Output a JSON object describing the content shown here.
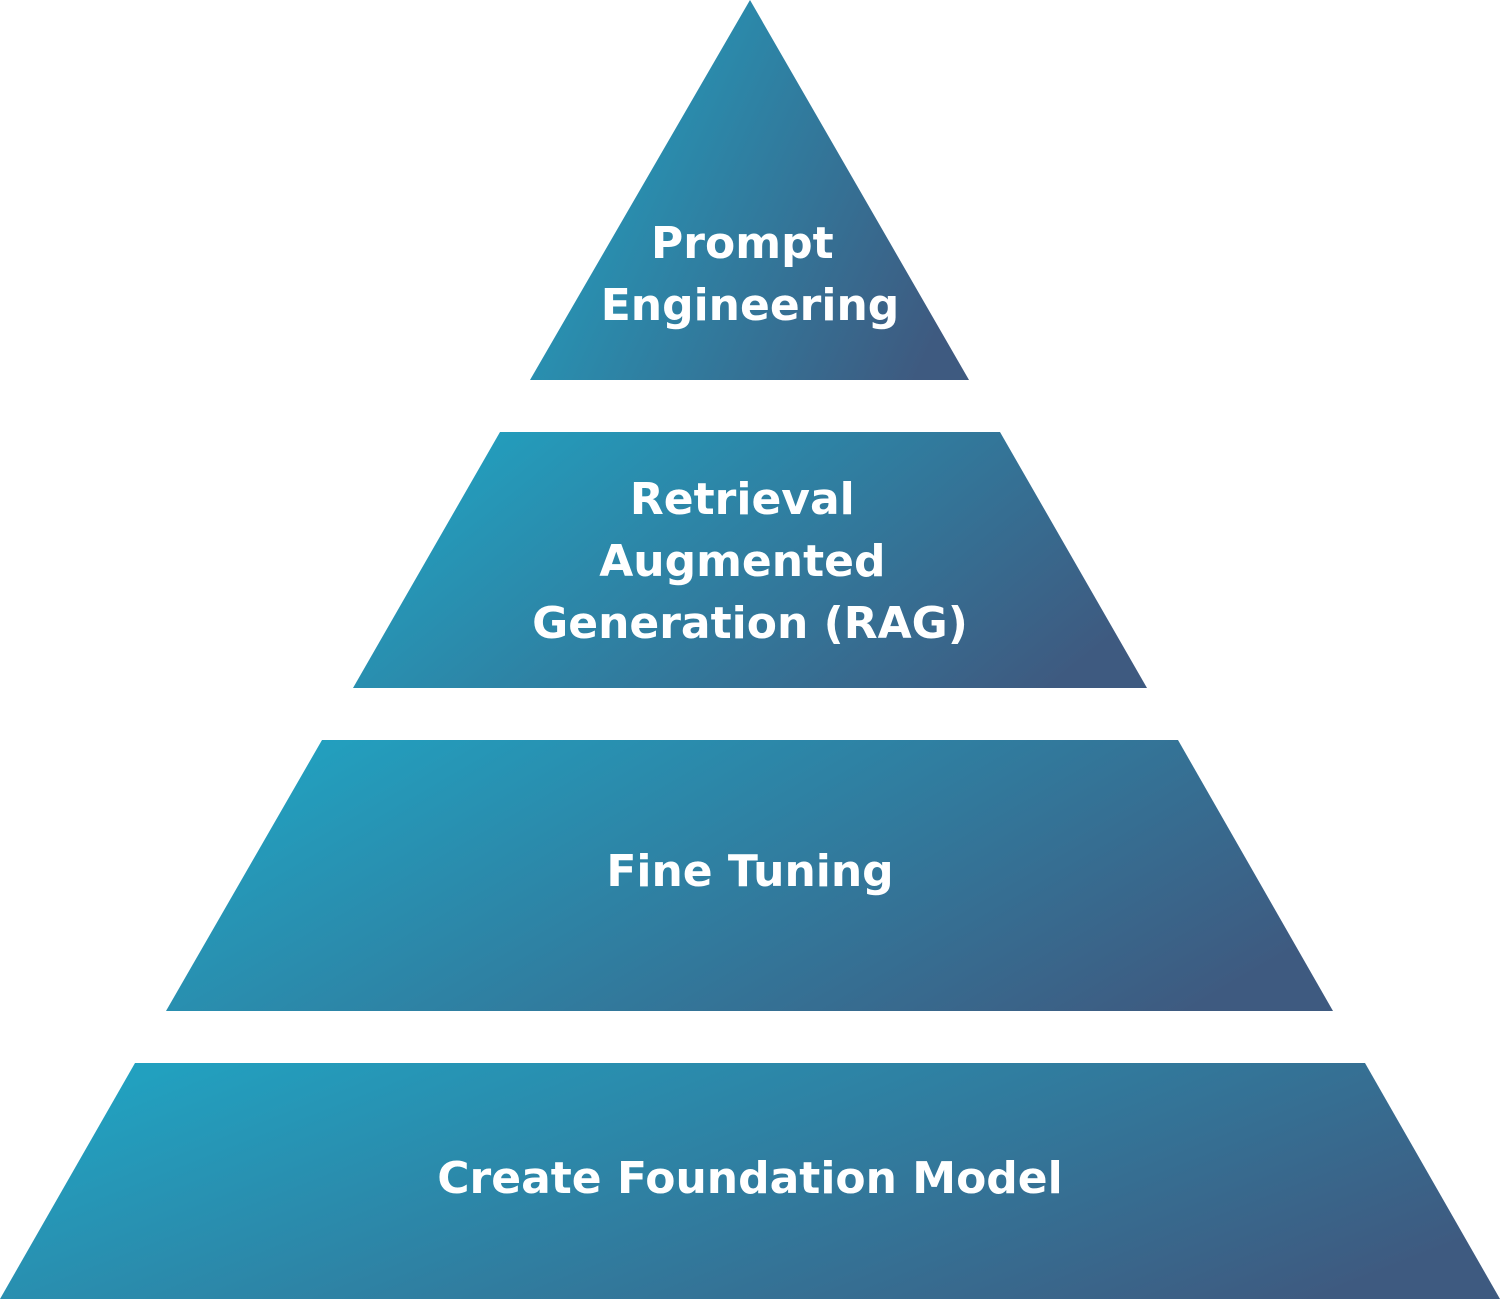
{
  "title": "",
  "colors": {
    "gradient_start": "#22a0bf",
    "gradient_end": "#3e5a80",
    "text": "#ffffff",
    "background": "#ffffff"
  },
  "tiers": [
    {
      "level": 1,
      "lines": [
        "Prompt",
        "Engineering"
      ]
    },
    {
      "level": 2,
      "lines": [
        "Retrieval",
        "Augmented",
        "Generation (RAG)"
      ]
    },
    {
      "level": 3,
      "lines": [
        "Fine Tuning"
      ]
    },
    {
      "level": 4,
      "lines": [
        "Create Foundation Model"
      ]
    }
  ]
}
